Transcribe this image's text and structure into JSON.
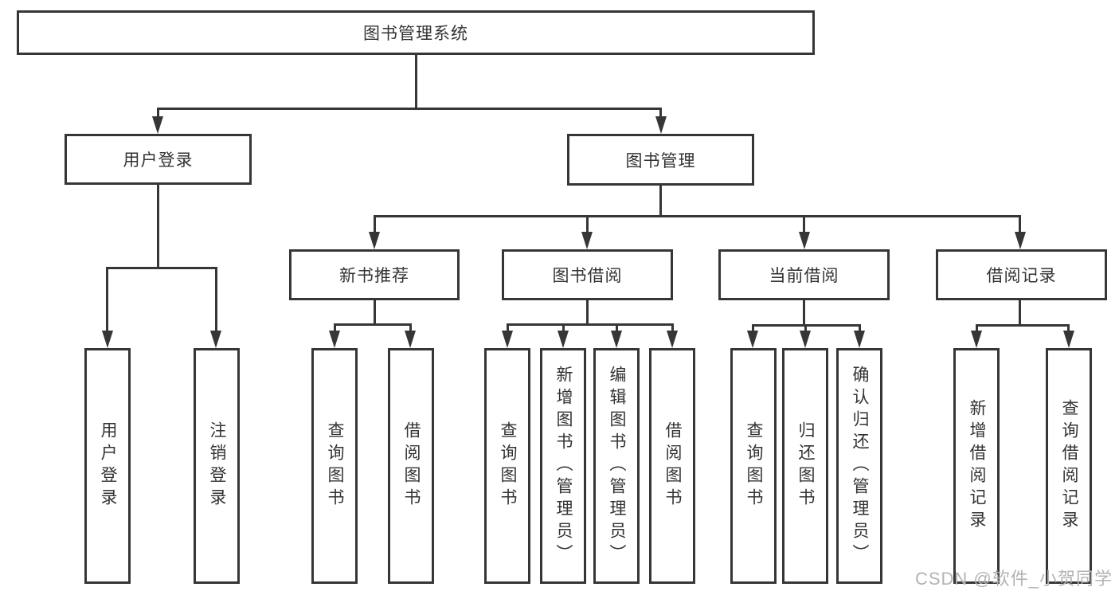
{
  "diagram_type": "hierarchy-tree",
  "tree": {
    "root": {
      "label": "图书管理系统",
      "children": [
        {
          "label": "用户登录",
          "children": [
            {
              "label": "用户登录"
            },
            {
              "label": "注销登录"
            }
          ]
        },
        {
          "label": "图书管理",
          "children": [
            {
              "label": "新书推荐",
              "children": [
                {
                  "label": "查询图书"
                },
                {
                  "label": "借阅图书"
                }
              ]
            },
            {
              "label": "图书借阅",
              "children": [
                {
                  "label": "查询图书"
                },
                {
                  "label": "新增图书（管理员）"
                },
                {
                  "label": "编辑图书（管理员）"
                },
                {
                  "label": "借阅图书"
                }
              ]
            },
            {
              "label": "当前借阅",
              "children": [
                {
                  "label": "查询图书"
                },
                {
                  "label": "归还图书"
                },
                {
                  "label": "确认归还（管理员）"
                }
              ]
            },
            {
              "label": "借阅记录",
              "children": [
                {
                  "label": "新增借阅记录"
                },
                {
                  "label": "查询借阅记录"
                }
              ]
            }
          ]
        }
      ]
    }
  },
  "watermark": {
    "text": "CSDN @软件_小贺同学"
  },
  "colors": {
    "line": "#363636",
    "text": "#333333",
    "background": "#ffffff",
    "watermark": "#b3b3b3"
  }
}
